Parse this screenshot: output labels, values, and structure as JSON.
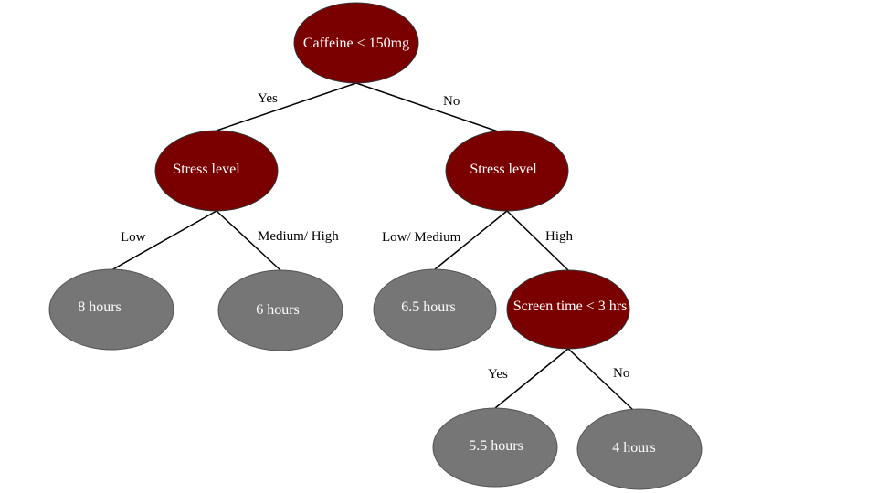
{
  "colors": {
    "decision_fill": "#7a0000",
    "leaf_fill": "#767676",
    "edge": "#000000",
    "node_text": "#ffffff"
  },
  "nodes": {
    "root": "Caffeine < 150mg",
    "stress_left": "Stress level",
    "stress_right": "Stress level",
    "leaf_8": "8 hours",
    "leaf_6": "6 hours",
    "leaf_65": "6.5 hours",
    "screen": "Screen time < 3 hrs",
    "leaf_55": "5.5 hours",
    "leaf_4": "4 hours"
  },
  "edges": {
    "root_yes": "Yes",
    "root_no": "No",
    "left_low": "Low",
    "left_medhigh": "Medium/ High",
    "right_lowmed": "Low/ Medium",
    "right_high": "High",
    "screen_yes": "Yes",
    "screen_no": "No"
  }
}
